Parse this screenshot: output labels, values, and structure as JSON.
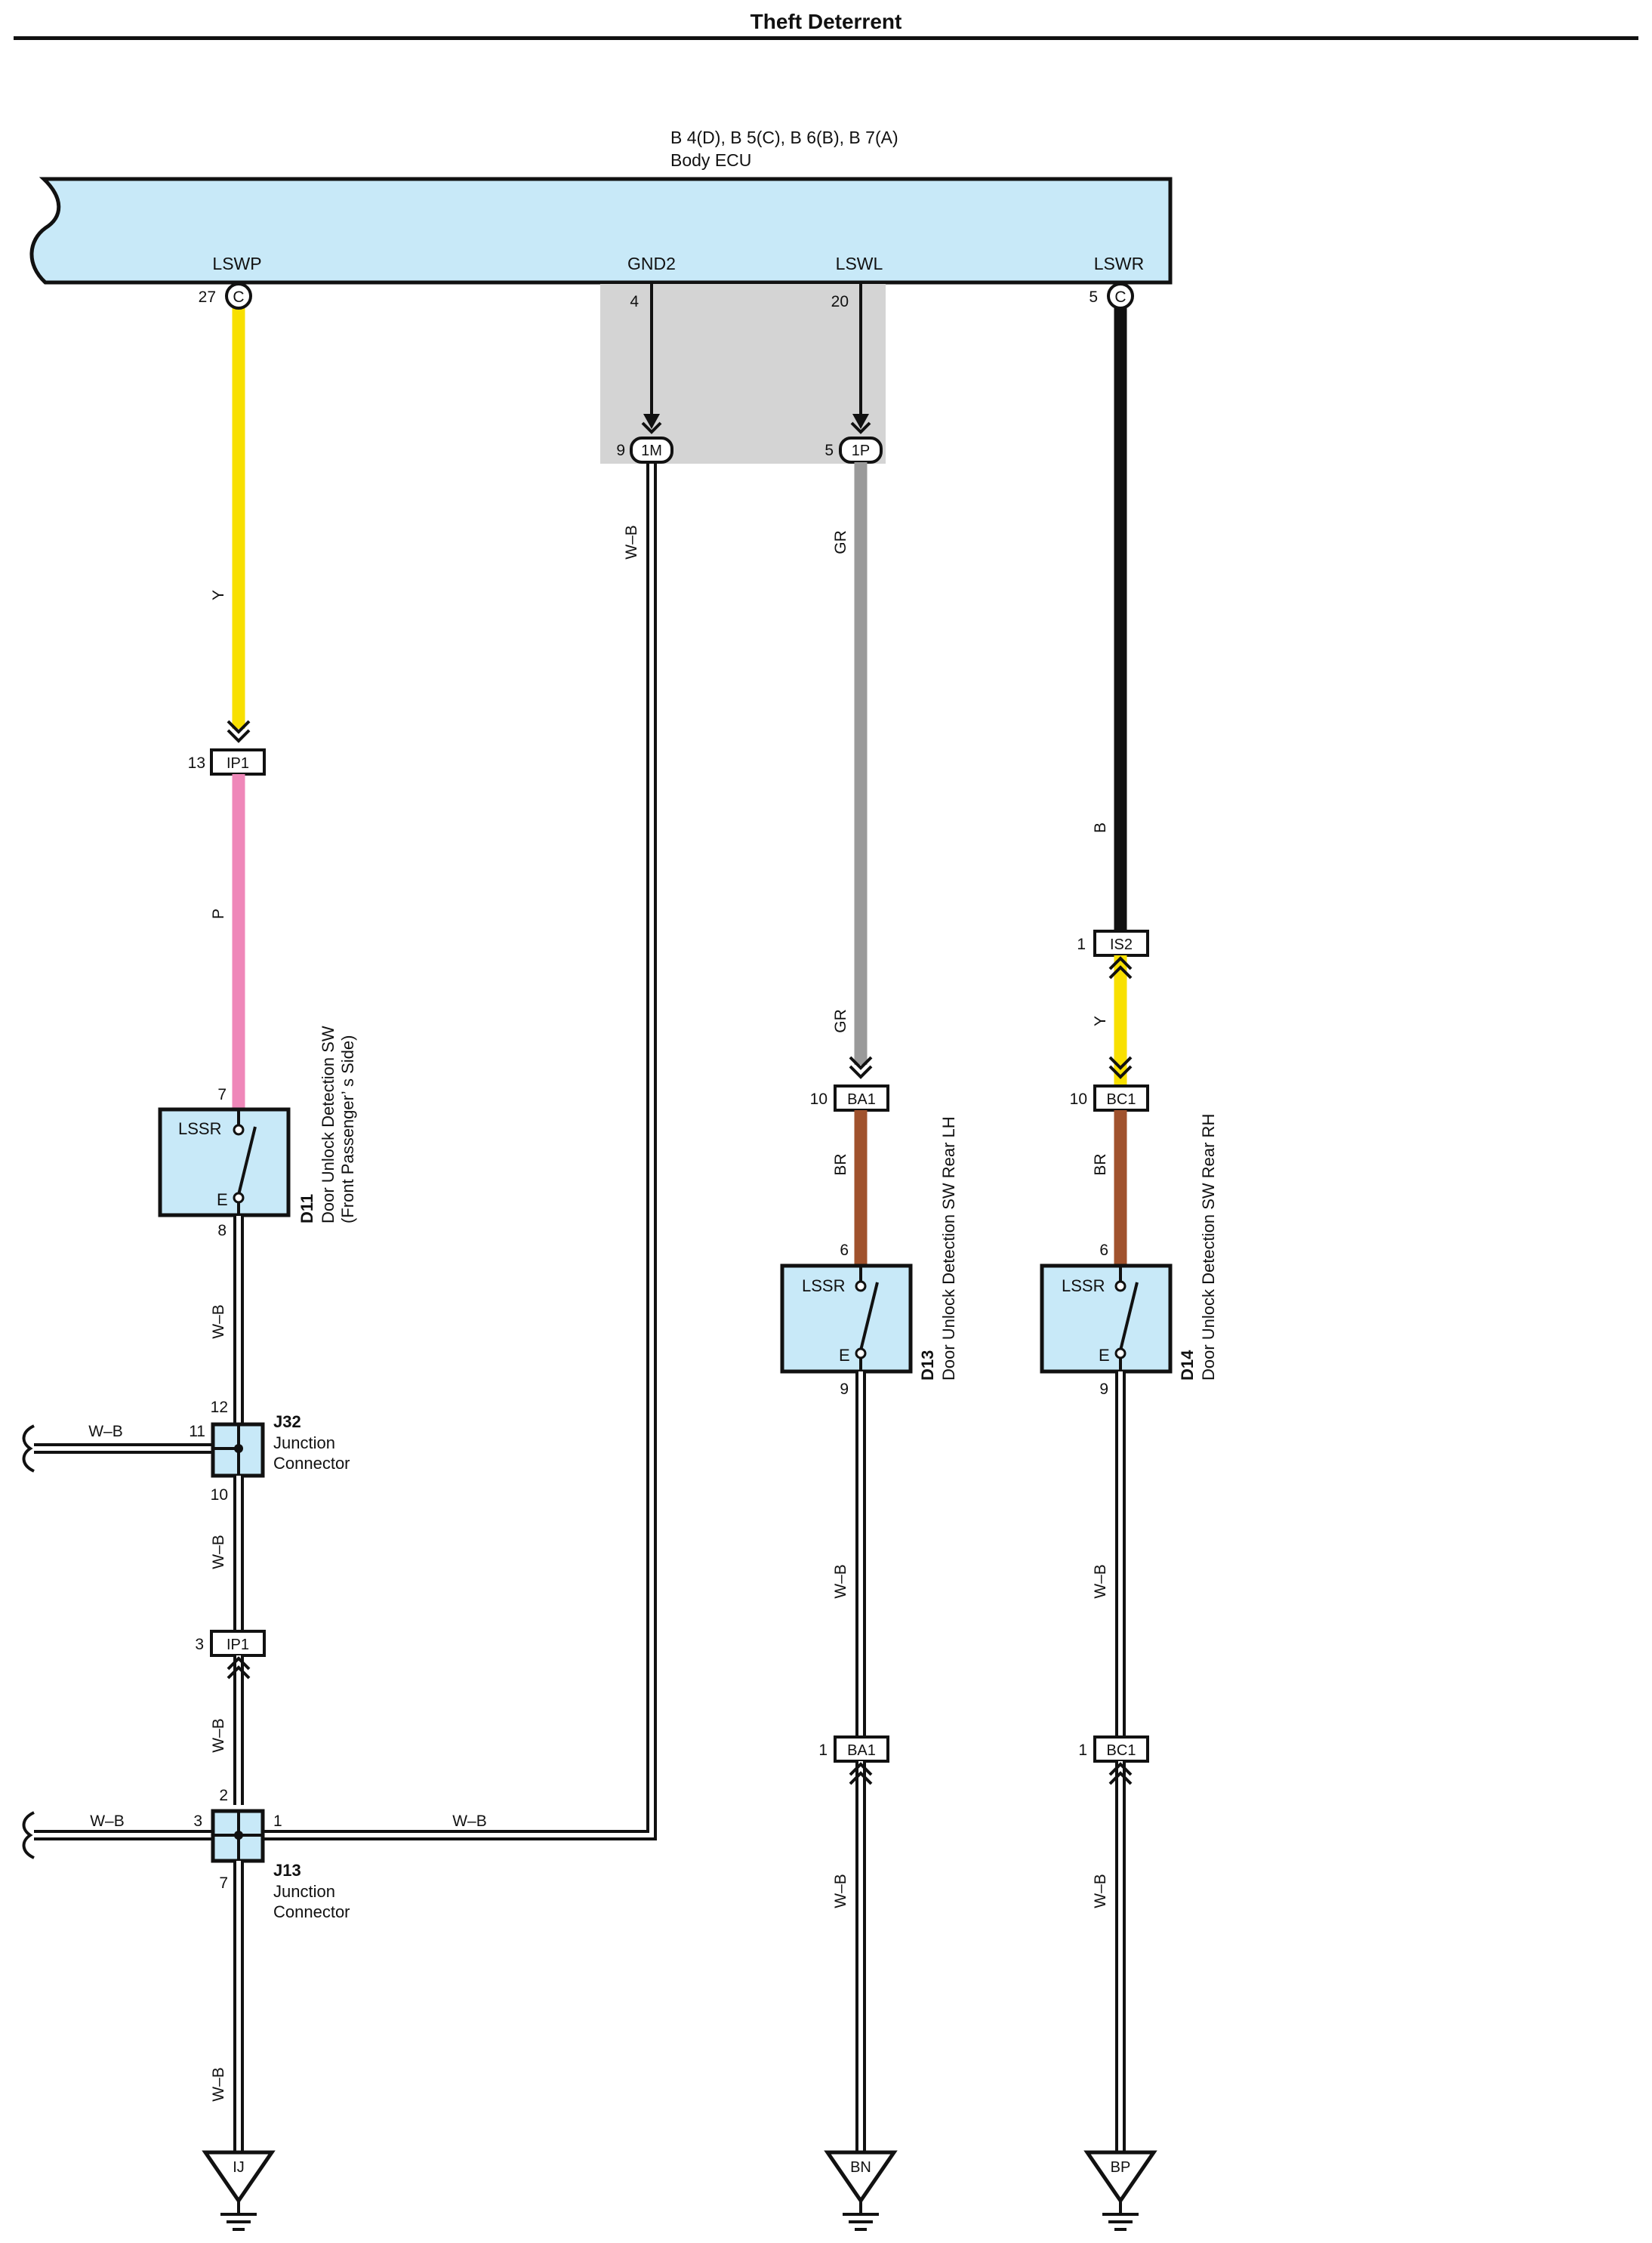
{
  "title": "Theft Deterrent",
  "ecu": {
    "connectors": "B 4(D), B 5(C), B 6(B), B 7(A)",
    "name": "Body ECU",
    "terminals": {
      "lswp": "LSWP",
      "gnd2": "GND2",
      "lswl": "LSWL",
      "lswr": "LSWR"
    },
    "pins": {
      "lswp": "27",
      "gnd2": "4",
      "lswl": "20",
      "lswr": "5"
    },
    "pin_letter": {
      "lswp": "C",
      "lswr": "C"
    }
  },
  "connectors": {
    "m1": {
      "id": "1M",
      "pin": "9"
    },
    "p1": {
      "id": "1P",
      "pin": "5"
    },
    "ip1_top": {
      "id": "IP1",
      "pin": "13"
    },
    "ip1_bot": {
      "id": "IP1",
      "pin": "3"
    },
    "is2": {
      "id": "IS2",
      "pin": "1"
    },
    "ba1_top": {
      "id": "BA1",
      "pin": "10"
    },
    "bc1_top": {
      "id": "BC1",
      "pin": "10"
    },
    "ba1_bot": {
      "id": "BA1",
      "pin": "1"
    },
    "bc1_bot": {
      "id": "BC1",
      "pin": "1"
    }
  },
  "wires": {
    "y_left": "Y",
    "p": "P",
    "wb_ecu": "W–B",
    "gr_top": "GR",
    "b": "B",
    "y_right": "Y",
    "gr_bot": "GR",
    "br_lh": "BR",
    "br_rh": "BR",
    "wb_d11": "W–B",
    "wb_j32_in": "W–B",
    "wb_j32_out": "W–B",
    "wb_ip1": "W–B",
    "wb_j13_in": "W–B",
    "wb_j13_right": "W–B",
    "wb_j13_out": "W–B",
    "wb_d13": "W–B",
    "wb_d14": "W–B",
    "wb_ba1": "W–B",
    "wb_bc1": "W–B"
  },
  "switches": {
    "d11": {
      "code": "D11",
      "name": "Door Unlock Detection SW",
      "sub": "(Front Passenger’ s Side)",
      "t1": "LSSR",
      "t2": "E",
      "pin_top": "7",
      "pin_bot": "8"
    },
    "d13": {
      "code": "D13",
      "name": "Door Unlock Detection SW Rear LH",
      "t1": "LSSR",
      "t2": "E",
      "pin_top": "6",
      "pin_bot": "9"
    },
    "d14": {
      "code": "D14",
      "name": "Door Unlock Detection SW Rear RH",
      "t1": "LSSR",
      "t2": "E",
      "pin_top": "6",
      "pin_bot": "9"
    }
  },
  "junctions": {
    "j32": {
      "code": "J32",
      "line1": "Junction",
      "line2": "Connector",
      "pins": {
        "top": "12",
        "left": "11",
        "bottom": "10"
      }
    },
    "j13": {
      "code": "J13",
      "line1": "Junction",
      "line2": "Connector",
      "pins": {
        "top": "2",
        "left": "3",
        "right": "1",
        "bottom": "7"
      }
    }
  },
  "grounds": {
    "ij": "IJ",
    "bn": "BN",
    "bp": "BP"
  },
  "colors": {
    "ecu_fill": "#c8e9f8",
    "yellow": "#f8e000",
    "pink": "#ef87b9",
    "gray": "#9a9a9a",
    "black": "#111111",
    "brown": "#a0522d",
    "shade": "#d4d4d4"
  }
}
